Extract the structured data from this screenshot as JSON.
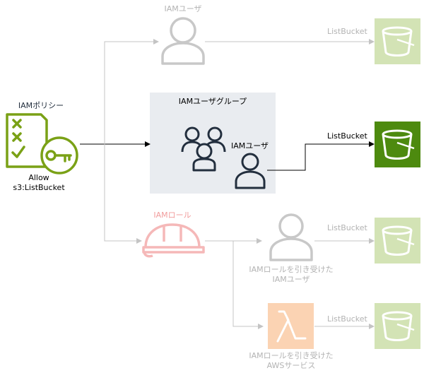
{
  "policy": {
    "title": "IAMポリシー",
    "allow": "Allow",
    "action": "s3:ListBucket"
  },
  "iam_user_top": {
    "label": "IAMユーザ"
  },
  "group": {
    "title": "IAMユーザグループ",
    "member_label": "IAMユーザ"
  },
  "iam_role": {
    "label": "IAMロール"
  },
  "role_user": {
    "line1": "IAMロールを引き受けた",
    "line2": "IAMユーザ"
  },
  "role_service": {
    "line1": "IAMロールを引き受けた",
    "line2": "AWSサービス"
  },
  "buckets": [
    {
      "action": "ListBucket",
      "state": "disabled"
    },
    {
      "action": "ListBucket",
      "state": "enabled"
    },
    {
      "action": "ListBucket",
      "state": "disabled"
    },
    {
      "action": "ListBucket",
      "state": "disabled"
    }
  ],
  "colors": {
    "policy_green": "#7aa116",
    "bucket_green": "#4d8a0f",
    "bucket_faded": "#d3e3b5",
    "user_dark": "#232f3e",
    "user_faded": "#c8c8c8",
    "role_faded": "#f5b8b8",
    "lambda_faded": "#fbd3b3",
    "group_bg": "#e9ecf0"
  }
}
